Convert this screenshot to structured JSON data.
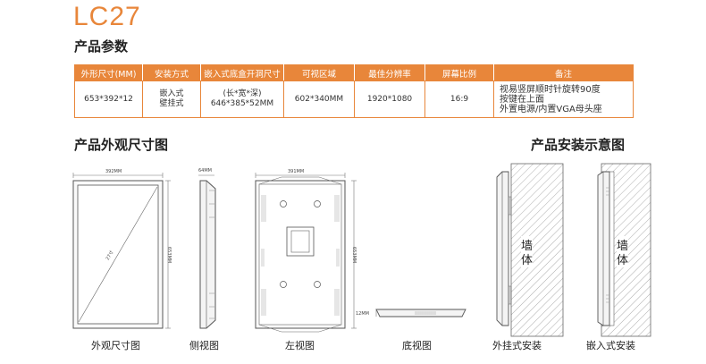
{
  "model": "LC27",
  "sections": {
    "params_title": "产品参数",
    "appearance_title": "产品外观尺寸图",
    "install_title": "产品安装示意图"
  },
  "table": {
    "headers": [
      "外形尺寸(MM)",
      "安装方式",
      "嵌入式底盒开洞尺寸",
      "可视区域",
      "最佳分辨率",
      "屏幕比例",
      "备注"
    ],
    "row": {
      "size": "653*392*12",
      "install": [
        "嵌入式",
        "壁挂式"
      ],
      "cutout": [
        "(长*宽*深)",
        "646*385*52MM"
      ],
      "visible": "602*340MM",
      "resolution": "1920*1080",
      "ratio": "16:9",
      "notes": [
        "视易竖屏顺时针旋转90度",
        "按键在上面",
        "外置电源/内置VGA母头座"
      ]
    }
  },
  "diagrams": {
    "front": {
      "caption": "外观尺寸图",
      "width_label": "392MM",
      "height_label": "653MM",
      "diag_label": "27寸"
    },
    "side": {
      "caption": "侧视图",
      "depth_label": "64MM"
    },
    "back": {
      "caption": "左视图",
      "width_label": "391MM",
      "height_label": "653MM"
    },
    "bottom": {
      "caption": "底视图",
      "thickness_label": "12MM"
    },
    "wall_mount": {
      "caption": "外挂式安装",
      "wall_text": [
        "墙",
        "体"
      ]
    },
    "embedded": {
      "caption": "嵌入式安装",
      "wall_text": [
        "墙",
        "体"
      ]
    }
  },
  "colors": {
    "accent": "#e8863a"
  }
}
